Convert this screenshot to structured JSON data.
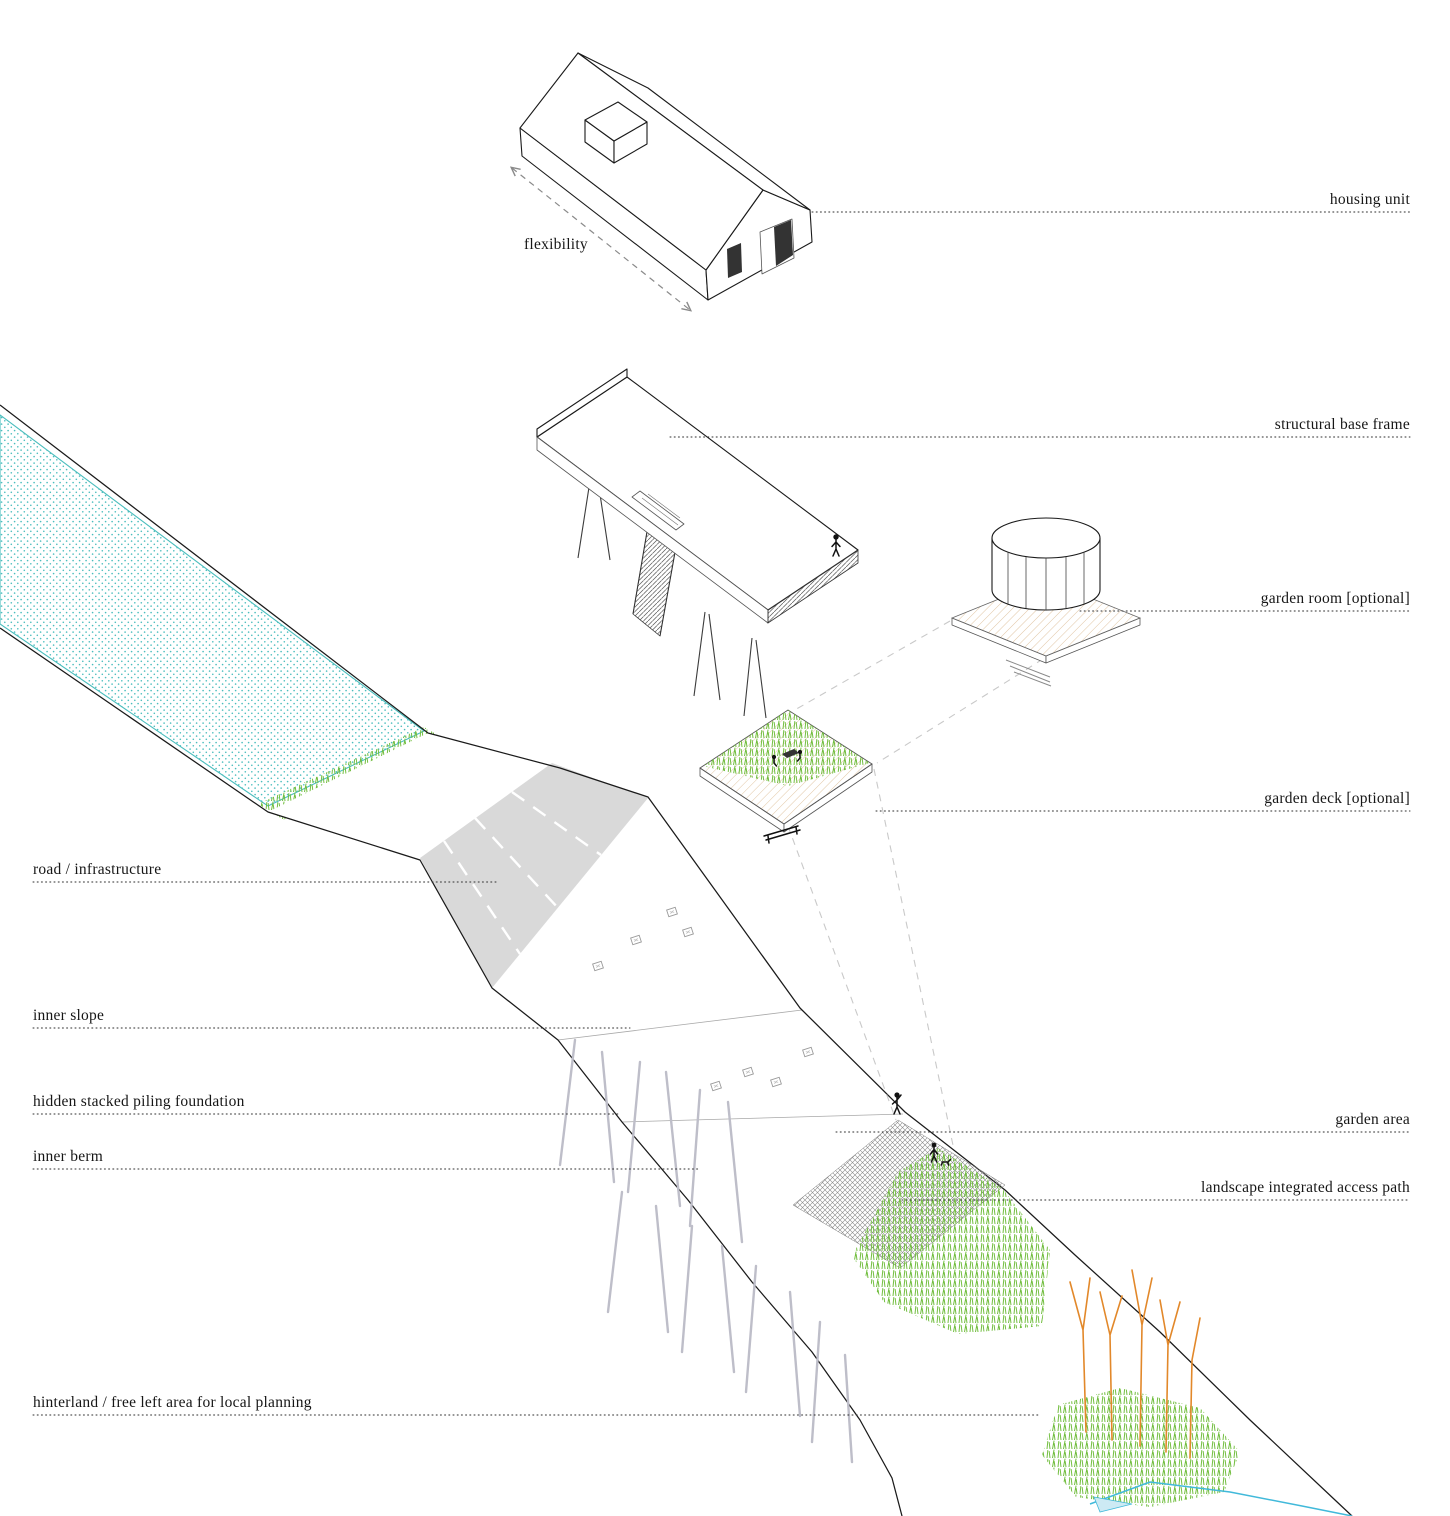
{
  "labels": {
    "housing_unit": "housing unit",
    "flexibility": "flexibility",
    "structural_base_frame": "structural base frame",
    "garden_room": "garden room [optional]",
    "garden_deck": "garden deck [optional]",
    "road_infrastructure": "road / infrastructure",
    "inner_slope": "inner slope",
    "piling_foundation": "hidden stacked piling foundation",
    "inner_berm": "inner berm",
    "garden_area": "garden area",
    "access_path": "landscape integrated access path",
    "hinterland": "hinterland / free left area for local planning"
  },
  "colors": {
    "water": "#4ABDBD",
    "grass": "#72BE3F",
    "tree": "#E2882A",
    "road": "#D9D9D9",
    "tan": "#D9B88C",
    "stream": "#41B9DA",
    "ink": "#1A1A1A",
    "leader": "#2E2E2E",
    "piling": "#BEBEC9",
    "guide": "#C9C9C9"
  }
}
